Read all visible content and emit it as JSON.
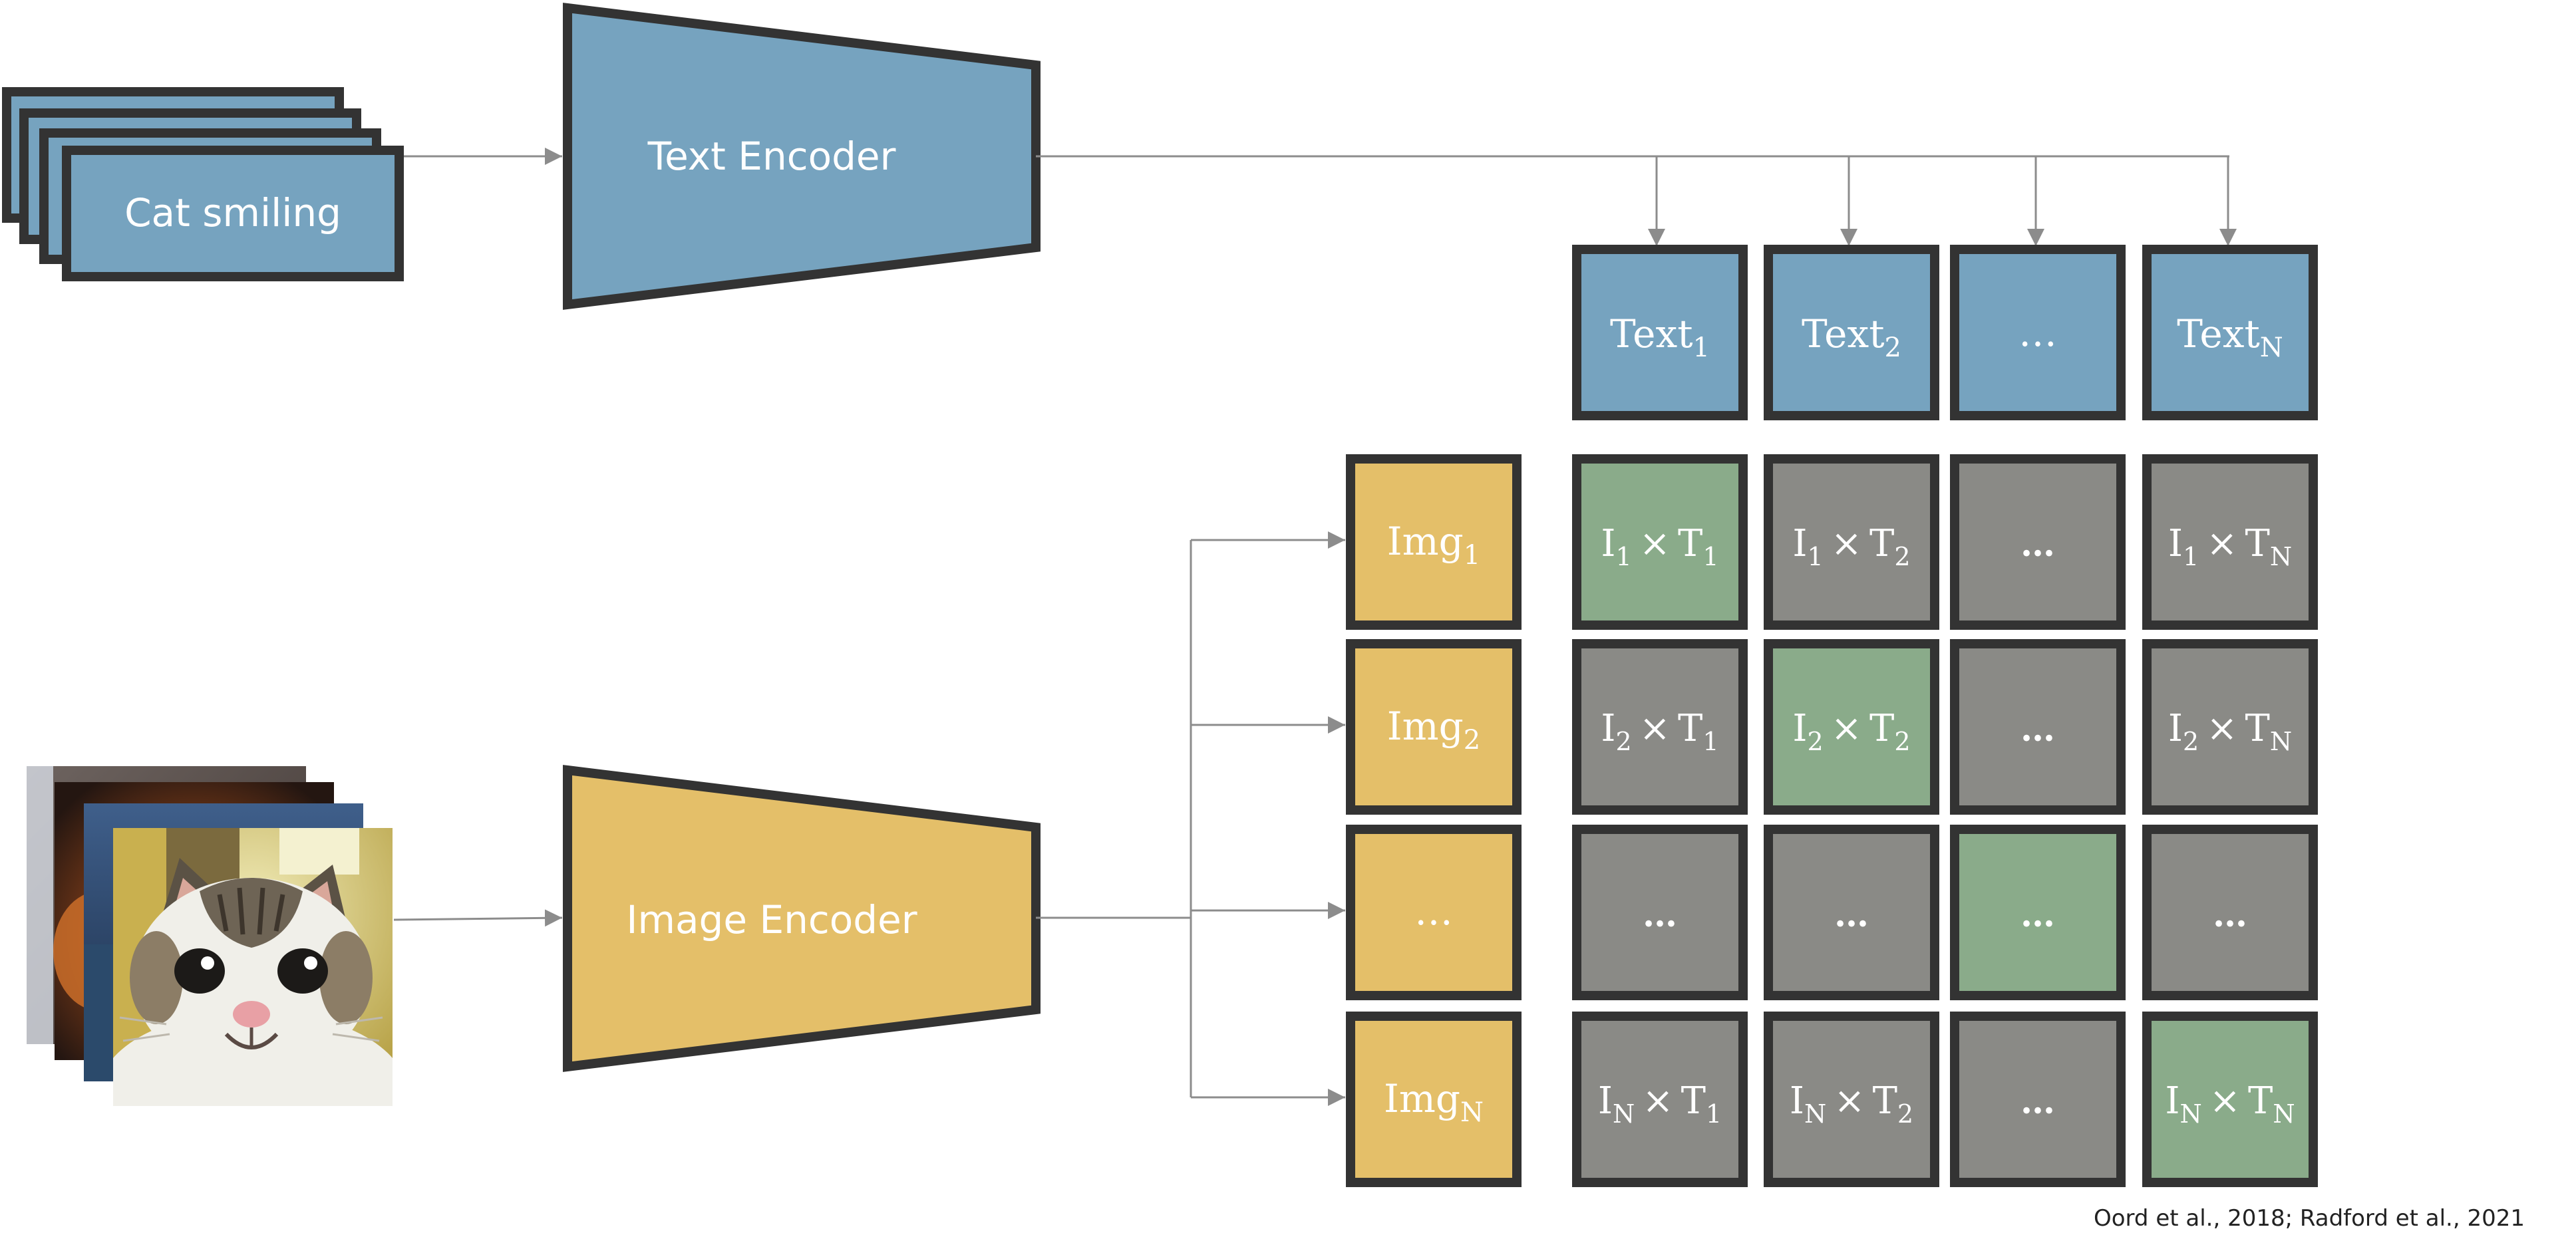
{
  "text_input": {
    "caption": "Cat smiling"
  },
  "text_encoder": {
    "label": "Text Encoder"
  },
  "image_encoder": {
    "label": "Image Encoder"
  },
  "text_tokens": [
    {
      "base": "Text",
      "sub": "1"
    },
    {
      "base": "Text",
      "sub": "2"
    },
    {
      "base": "…",
      "sub": ""
    },
    {
      "base": "Text",
      "sub": "N"
    }
  ],
  "image_tokens": [
    {
      "base": "Img",
      "sub": "1"
    },
    {
      "base": "Img",
      "sub": "2"
    },
    {
      "base": "…",
      "sub": ""
    },
    {
      "base": "Img",
      "sub": "N"
    }
  ],
  "matrix": [
    [
      {
        "a": "I",
        "as": "1",
        "b": "T",
        "bs": "1",
        "diag": true
      },
      {
        "a": "I",
        "as": "1",
        "b": "T",
        "bs": "2",
        "diag": false
      },
      {
        "text": "…",
        "diag": false
      },
      {
        "a": "I",
        "as": "1",
        "b": "T",
        "bs": "N",
        "diag": false
      }
    ],
    [
      {
        "a": "I",
        "as": "2",
        "b": "T",
        "bs": "1",
        "diag": false
      },
      {
        "a": "I",
        "as": "2",
        "b": "T",
        "bs": "2",
        "diag": true
      },
      {
        "text": "…",
        "diag": false
      },
      {
        "a": "I",
        "as": "2",
        "b": "T",
        "bs": "N",
        "diag": false
      }
    ],
    [
      {
        "text": "…",
        "diag": false
      },
      {
        "text": "…",
        "diag": false
      },
      {
        "text": "…",
        "diag": true
      },
      {
        "text": "…",
        "diag": false
      }
    ],
    [
      {
        "a": "I",
        "as": "N",
        "b": "T",
        "bs": "1",
        "diag": false
      },
      {
        "a": "I",
        "as": "N",
        "b": "T",
        "bs": "2",
        "diag": false
      },
      {
        "text": "…",
        "diag": false
      },
      {
        "a": "I",
        "as": "N",
        "b": "T",
        "bs": "N",
        "diag": true
      }
    ]
  ],
  "operator": "×",
  "citation": "Oord et al., 2018; Radford et al., 2021",
  "colors": {
    "text_blue": "#76a3bf",
    "image_gold": "#e4bf69",
    "match_green": "#8aab8a",
    "mismatch_gray": "#8a8a86",
    "border": "#333333",
    "arrow": "#8c8c8c",
    "cat_fur": "#f0efe9"
  }
}
